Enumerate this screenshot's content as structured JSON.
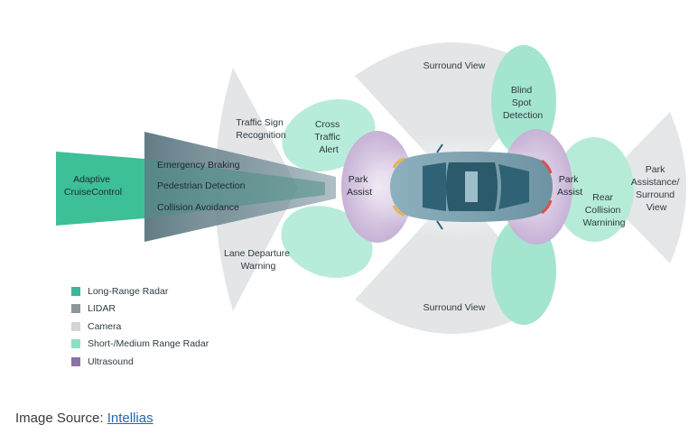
{
  "diagram": {
    "labels": {
      "surround_view_top": "Surround View",
      "surround_view_bottom": "Surround View",
      "blind_spot_1": "Blind",
      "blind_spot_2": "Spot",
      "blind_spot_3": "Detection",
      "traffic_sign_1": "Traffic Sign",
      "traffic_sign_2": "Recognition",
      "cross_traffic_1": "Cross",
      "cross_traffic_2": "Traffic",
      "cross_traffic_3": "Alert",
      "adaptive_1": "Adaptive",
      "adaptive_2": "CruiseControl",
      "emergency_braking": "Emergency Braking",
      "pedestrian_detection": "Pedestrian Detection",
      "collision_avoidance": "Collision Avoidance",
      "park_assist_front_1": "Park",
      "park_assist_front_2": "Assist",
      "park_assist_rear_1": "Park",
      "park_assist_rear_2": "Assist",
      "rear_collision_1": "Rear",
      "rear_collision_2": "Collision",
      "rear_collision_3": "Warnining",
      "park_assistance_1": "Park",
      "park_assistance_2": "Assistance/",
      "park_assistance_3": "Surround",
      "park_assistance_4": "View",
      "lane_departure_1": "Lane Departure",
      "lane_departure_2": "Warning"
    },
    "colors": {
      "long_range_radar": "#3dbf98",
      "lidar": "#5b7680",
      "camera": "#e3e5e7",
      "short_medium_radar": "#a9e8d3",
      "ultrasound": "#c2acd0",
      "car_body": "#7a9fae",
      "car_glass": "#2f6275"
    }
  },
  "legend": [
    {
      "label": "Long-Range Radar",
      "color": "#3cb797"
    },
    {
      "label": "LIDAR",
      "color": "#8f969a"
    },
    {
      "label": "Camera",
      "color": "#d3d4d6"
    },
    {
      "label": "Short-/Medium Range Radar",
      "color": "#8edfc2"
    },
    {
      "label": "Ultrasound",
      "color": "#8a73a6"
    }
  ],
  "source": {
    "prefix": "Image Source: ",
    "link": "Intellias"
  }
}
